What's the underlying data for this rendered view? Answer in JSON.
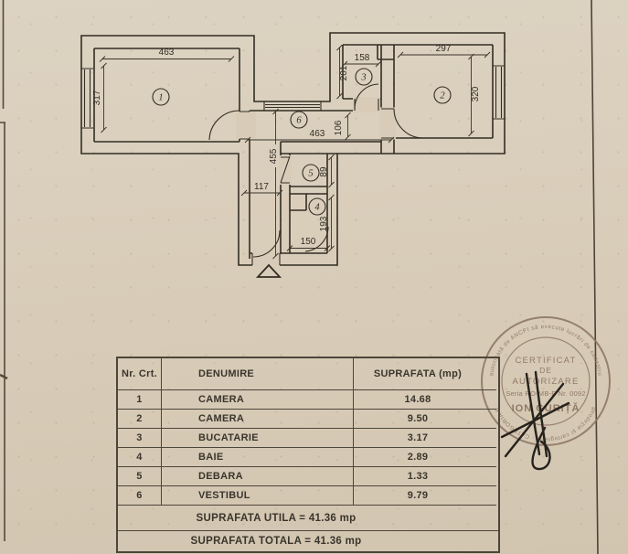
{
  "colors": {
    "paper": "#d8ccb8",
    "ink": "#332d24",
    "table_border": "#4c4539",
    "table_text": "#3a352c",
    "stamp_ink": "#8a7360",
    "signature_ink": "#26221c"
  },
  "plan": {
    "rooms": {
      "r1": "1",
      "r2": "2",
      "r3": "3",
      "r4": "4",
      "r5": "5",
      "r6": "6"
    },
    "dims": {
      "room1_width": "463",
      "room1_height": "317",
      "room2_width": "297",
      "room2_height": "320",
      "room3_width": "158",
      "room3_height": "201",
      "vestibul_width": "463",
      "vestibul_height": "106",
      "hall_length": "455",
      "hall_width": "117",
      "debara_depth": "89",
      "baie_length": "193",
      "baie_width": "150"
    }
  },
  "table": {
    "headers": {
      "nr": "Nr. Crt.",
      "name": "DENUMIRE",
      "area": "SUPRAFATA (mp)"
    },
    "rows": [
      {
        "nr": "1",
        "name": "CAMERA",
        "area": "14.68"
      },
      {
        "nr": "2",
        "name": "CAMERA",
        "area": "9.50"
      },
      {
        "nr": "3",
        "name": "BUCATARIE",
        "area": "3.17"
      },
      {
        "nr": "4",
        "name": "BAIE",
        "area": "2.89"
      },
      {
        "nr": "5",
        "name": "DEBARA",
        "area": "1.33"
      },
      {
        "nr": "6",
        "name": "VESTIBUL",
        "area": "9.79"
      }
    ],
    "total_utila": "SUPRAFATA UTILA = 41.36 mp",
    "total_totala": "SUPRAFATA TOTALA = 41.36 mp"
  },
  "stamp": {
    "ring_top": "autorizată de ANCPI să execute lucrări de cadastru",
    "ring_bottom": "geodezie și cartografie · CATEGORIA B",
    "line1": "CERTIFICAT",
    "line2": "DE",
    "line3": "AUTORIZARE",
    "serial": "Seria RO-MB-F Nr. 0092",
    "name": "ION GURIȚĂ"
  }
}
